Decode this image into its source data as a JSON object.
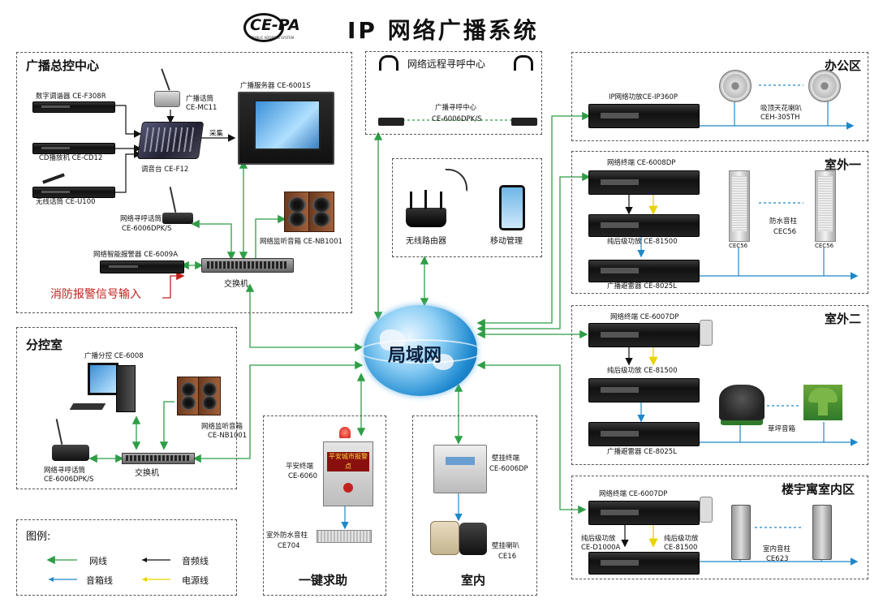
{
  "header": {
    "logo_text": "CE-PA",
    "logo_sub": "PUBLIC ADDRESS SYSTEM",
    "title": "IP 网络广播系统"
  },
  "zones": {
    "control_center": "广播总控中心",
    "sub_control": "分控室",
    "remote_paging": "网络远程寻呼中心",
    "office": "办公区",
    "outdoor1": "室外一",
    "outdoor2": "室外二",
    "building": "楼宇寓室内区",
    "sos": "一键求助",
    "indoor": "室内",
    "legend": "图例:"
  },
  "center": {
    "lan": "局域网"
  },
  "control_center": {
    "tuner": "数字调谐器 CE-F308R",
    "cd": "CD播放机 CE-CD12",
    "wireless_mic": "无线话筒 CE-U100",
    "mic_name": "广播话筒",
    "mic_model": "CE-MC11",
    "mixer": "调音台 CE-F12",
    "server": "广播服务器 CE-6001S",
    "capture": "采集",
    "paging_mic_name": "网络寻呼话筒",
    "paging_mic_model": "CE-6006DPK/S",
    "alarm": "网络智能报警器 CE-6009A",
    "fire_input": "消防报警信号输入",
    "switch": "交换机",
    "monitor_speaker": "网络监听音箱 CE-NB1001"
  },
  "sub_control": {
    "pc": "广播分控 CE-6008",
    "speaker_name": "网络监听音箱",
    "speaker_model": "CE-NB1001",
    "paging_name": "网络寻呼话筒",
    "paging_model": "CE-6006DPK/S",
    "switch": "交换机"
  },
  "remote": {
    "paging_center": "广播寻呼中心",
    "paging_model": "CE-6006DPK/S"
  },
  "wireless": {
    "router": "无线路由器",
    "mobile": "移动管理"
  },
  "office": {
    "amp": "IP网络功放CE-IP360P",
    "speaker_name": "吸顶天花喇叭",
    "speaker_model": "CEH-305TH"
  },
  "outdoor1": {
    "terminal": "网络终端 CE-6008DP",
    "amp": "纯后级功放 CE-81500",
    "sequencer": "广播避雷器 CE-8025L",
    "speaker_name": "防水音柱",
    "speaker_model": "CEC56",
    "tag": "CEC56"
  },
  "outdoor2": {
    "terminal": "网络终端 CE-6007DP",
    "amp": "纯后级功放 CE-81500",
    "sequencer": "广播避雷器 CE-8025L",
    "lawn": "草坪音箱"
  },
  "building": {
    "terminal": "网络终端 CE-6007DP",
    "amp1_name": "纯后级功放",
    "amp1_model": "CE-D1000A",
    "amp2_name": "纯后级功放",
    "amp2_model": "CE-81500",
    "speaker_name": "室内音柱",
    "speaker_model": "CE623"
  },
  "sos": {
    "terminal_name": "平安终端",
    "terminal_model": "CE-6060",
    "panel_text": "平安城市报警点",
    "col_name": "室外防水音柱",
    "col_model": "CE704"
  },
  "indoor": {
    "terminal_name": "壁挂终端",
    "terminal_model": "CE-6006DP",
    "speaker_name": "壁挂喇叭",
    "speaker_model": "CE16"
  },
  "legend": {
    "network": "网线",
    "audio": "音频线",
    "speaker": "音箱线",
    "power": "电源线"
  },
  "colors": {
    "network": "#2e9e46",
    "audio": "#111111",
    "speaker": "#1e88c8",
    "power": "#f2e200",
    "fire": "#c0231f"
  }
}
